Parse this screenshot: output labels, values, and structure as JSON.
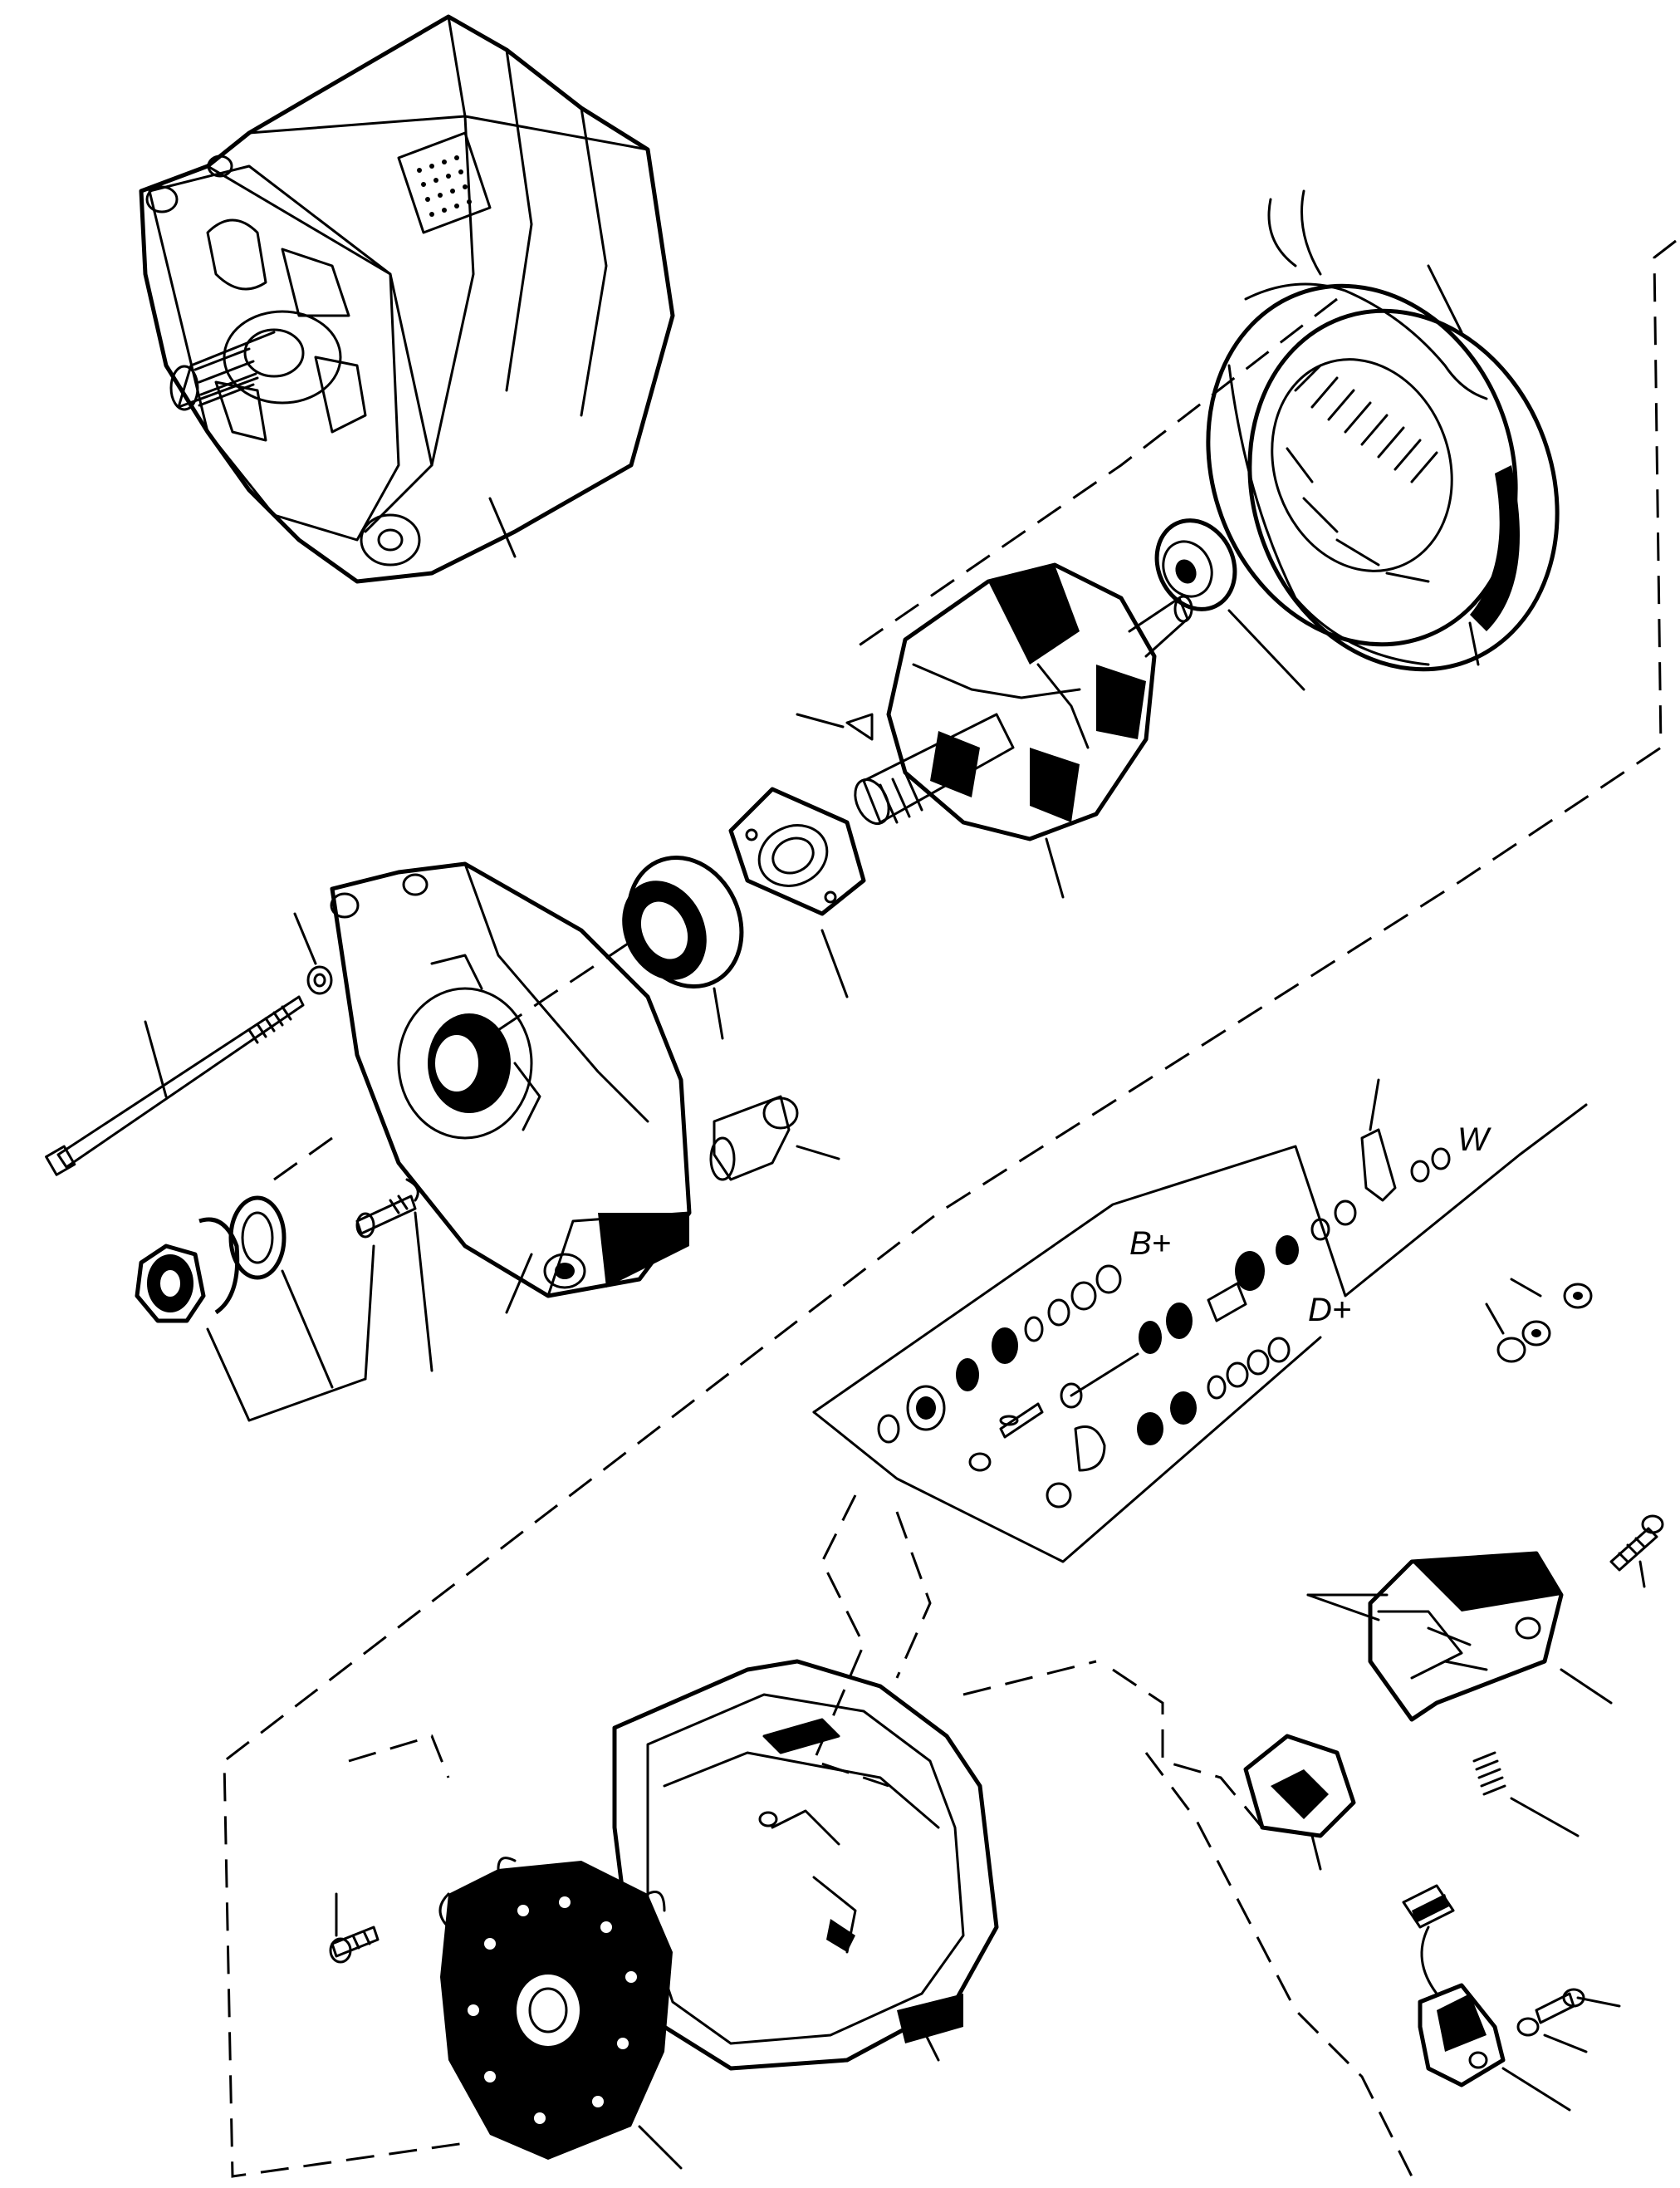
{
  "terminal_labels": {
    "b_plus": "B+",
    "d_plus": "D+",
    "w": "W"
  },
  "colors": {
    "ink": "#000000",
    "paper": "#ffffff"
  }
}
